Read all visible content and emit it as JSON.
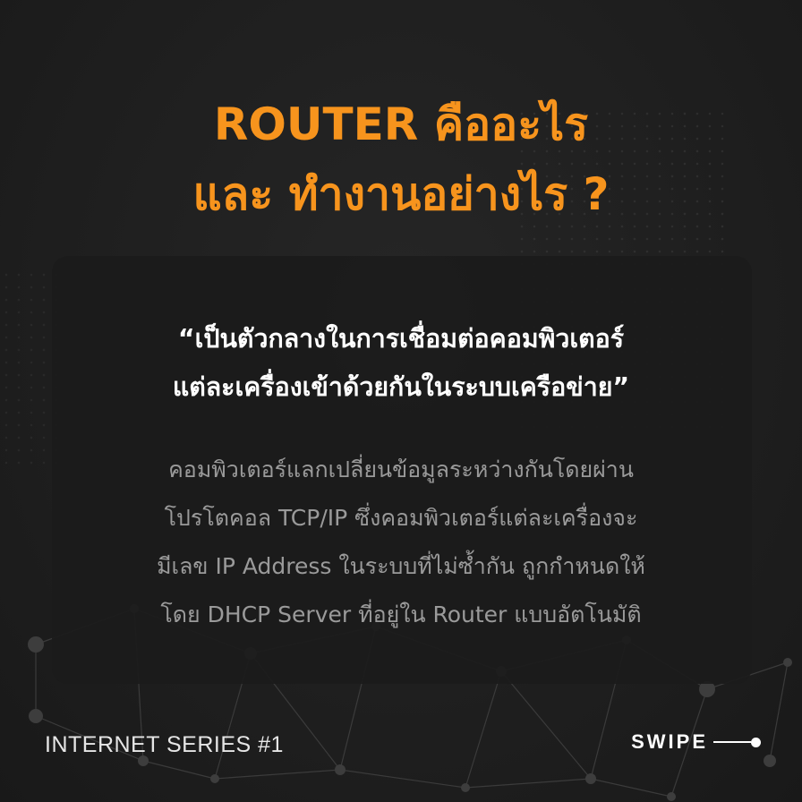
{
  "title": {
    "line1": "ROUTER คืออะไร",
    "line2": "และ ทำงานอย่างไร ?"
  },
  "quote": {
    "line1": "“เป็นตัวกลางในการเชื่อมต่อคอมพิวเตอร์",
    "line2": "แต่ละเครื่องเข้าด้วยกันในระบบเครือข่าย”"
  },
  "body": {
    "line1": "คอมพิวเตอร์แลกเปลี่ยนข้อมูลระหว่างกันโดยผ่าน",
    "line2": "โปรโตคอล TCP/IP ซึ่งคอมพิวเตอร์แต่ละเครื่องจะ",
    "line3": "มีเลข IP Address ในระบบที่ไม่ซ้ำกัน ถูกกำหนดให้",
    "line4": "โดย DHCP Server ที่อยู่ใน Router แบบอัตโนมัติ"
  },
  "footer": {
    "series": "INTERNET SERIES #1",
    "swipe": "SWIPE"
  },
  "colors": {
    "accent": "#f7941d",
    "background": "#1f1f1f",
    "card": "#1b1b1b",
    "body_text": "#9a9a9a"
  }
}
